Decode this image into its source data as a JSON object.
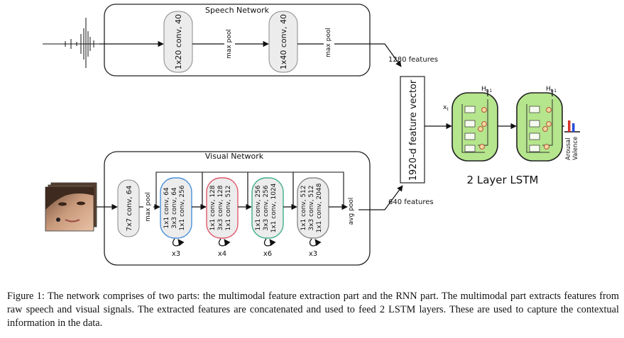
{
  "speech_network": {
    "title": "Speech Network",
    "blocks": [
      "1x20 conv, 40",
      "1x40 conv, 40"
    ],
    "pools": [
      "max pool",
      "max pool"
    ],
    "features": "1280 features"
  },
  "visual_network": {
    "title": "Visual Network",
    "first_conv": "7x7 conv, 64",
    "max_pool": "max pool",
    "stages": [
      {
        "lines": [
          "1x1 conv, 64",
          "3x3 conv, 64",
          "1x1 conv, 256"
        ],
        "repeat": "x3",
        "color": "#4a90d9"
      },
      {
        "lines": [
          "1x1 conv, 128",
          "3x3 conv, 128",
          "1x1 conv, 512"
        ],
        "repeat": "x4",
        "color": "#e05a6a"
      },
      {
        "lines": [
          "1x1 conv, 256",
          "3x3 conv, 256",
          "1x1 conv, 1024"
        ],
        "repeat": "x6",
        "color": "#3fae8a"
      },
      {
        "lines": [
          "1x1 conv, 512",
          "3x3 conv, 512",
          "1x1 conv, 2048"
        ],
        "repeat": "x3",
        "color": "#8a8a8a"
      }
    ],
    "avg_pool": "avg pool",
    "features": "640 features"
  },
  "feature_vector": "1920-d feature vector",
  "lstm": {
    "title": "2 Layer LSTM",
    "input_label": "x",
    "input_sub": "t",
    "hidden_label": "H",
    "hidden_sub": "t-1",
    "fill_color": "#b5e58c",
    "outputs": [
      "Arousal",
      "Valence"
    ],
    "output_colors": [
      "#d9342b",
      "#2b4fd9"
    ]
  },
  "caption": "Figure 1: The network comprises of two parts: the multimodal feature extraction part and the RNN part. The multimodal part extracts features from raw speech and visual signals. The extracted features are concatenated and used to feed 2 LSTM layers. These are used to capture the contextual information in the data."
}
